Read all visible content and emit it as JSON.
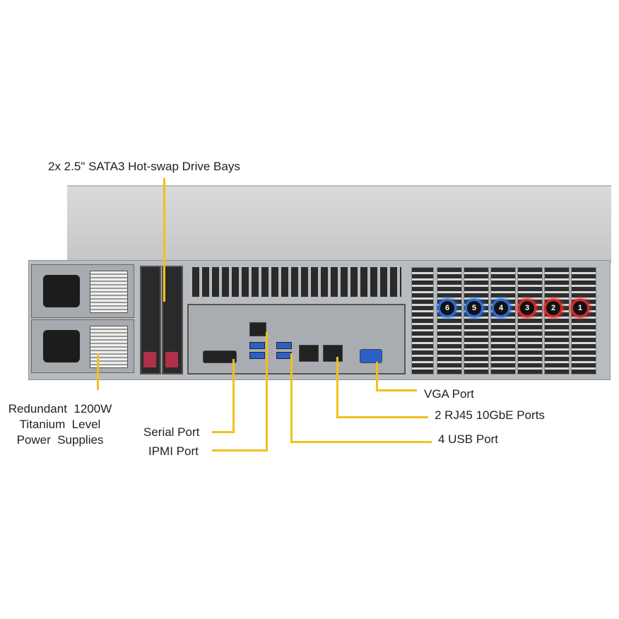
{
  "callouts": {
    "drive_bays": "2x 2.5\" SATA3 Hot-swap Drive Bays",
    "power_supplies": [
      "Redundant  1200W",
      "Titanium  Level",
      "Power  Supplies"
    ],
    "serial_port": "Serial Port",
    "ipmi_port": "IPMI Port",
    "vga_port": "VGA Port",
    "rj45_ports": "2 RJ45 10GbE Ports",
    "usb_ports": "4 USB Port"
  },
  "pcie_slots": [
    {
      "number": "6",
      "color": "#2a6fd6"
    },
    {
      "number": "5",
      "color": "#2a6fd6"
    },
    {
      "number": "4",
      "color": "#2a6fd6"
    },
    {
      "number": "3",
      "color": "#d62a2a"
    },
    {
      "number": "2",
      "color": "#d62a2a"
    },
    {
      "number": "1",
      "color": "#d62a2a"
    }
  ],
  "callout_color": "#f2c01e"
}
